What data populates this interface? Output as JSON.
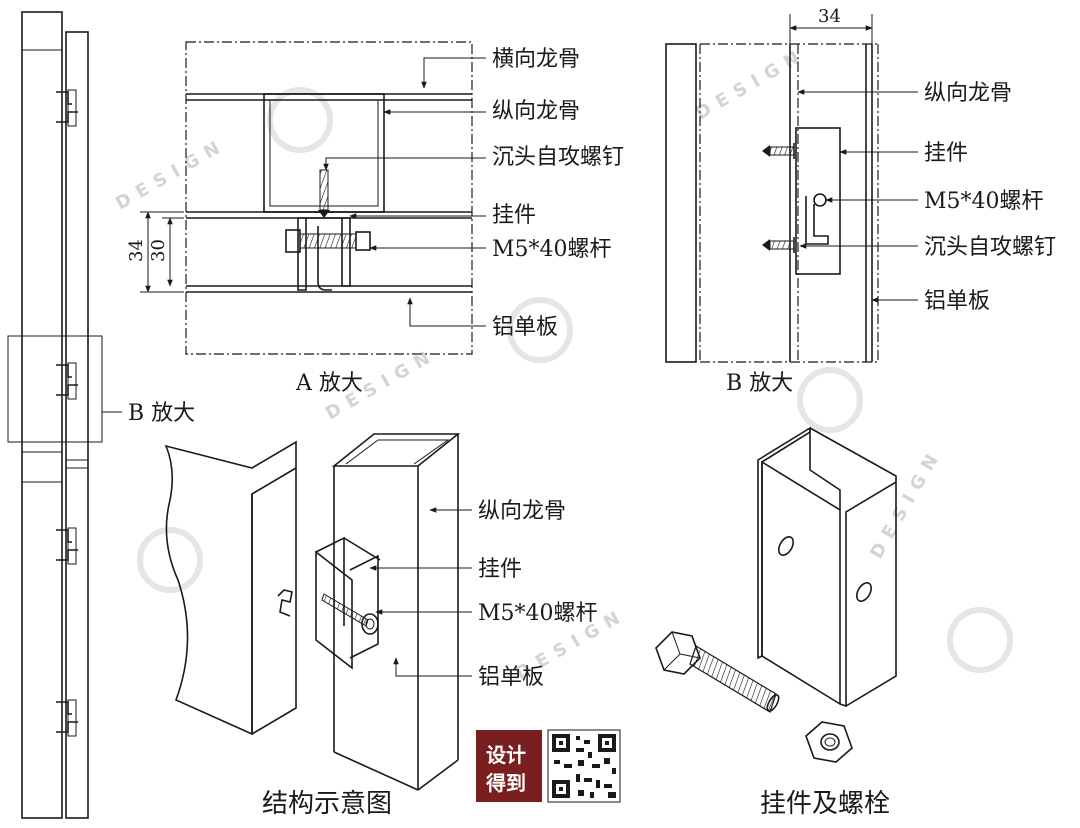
{
  "watermark": {
    "text": "DESIGN",
    "color": "#cfcfcf"
  },
  "detail_a": {
    "labels": {
      "transverse_keel": "横向龙骨",
      "longitudinal_keel": "纵向龙骨",
      "countersunk_screw": "沉头自攻螺钉",
      "hanger": "挂件",
      "bolt": "M5*40螺杆",
      "aluminum_panel": "铝单板"
    },
    "dim_34": "34",
    "dim_30": "30",
    "caption": "A 放大"
  },
  "detail_b": {
    "dim_top": "34",
    "labels": {
      "longitudinal_keel": "纵向龙骨",
      "hanger": "挂件",
      "bolt": "M5*40螺杆",
      "countersunk_screw": "沉头自攻螺钉",
      "aluminum_panel": "铝单板"
    },
    "caption": "B 放大"
  },
  "elevation": {
    "callout": "B 放大"
  },
  "structure": {
    "labels": {
      "longitudinal_keel": "纵向龙骨",
      "hanger": "挂件",
      "bolt": "M5*40螺杆",
      "aluminum_panel": "铝单板"
    },
    "caption": "结构示意图"
  },
  "parts": {
    "caption": "挂件及螺栓"
  },
  "logo": {
    "line1": "设计",
    "line2": "得到",
    "bg_color": "#7a1f1f"
  }
}
